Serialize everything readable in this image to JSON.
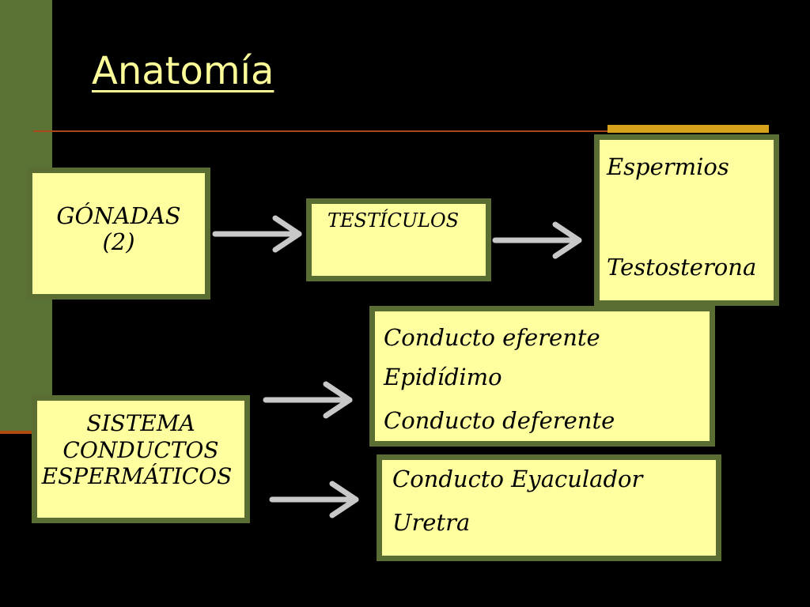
{
  "slide": {
    "title": "Anatomía"
  },
  "colors": {
    "box_fill": "#ffff9f",
    "box_border": "#5a6e33",
    "title": "#ffff99",
    "arrow": "#c8c8c8",
    "sidebar": "#5a7233"
  },
  "boxes": {
    "gonadas": {
      "line1": "GÓNADAS",
      "line2": "(2)"
    },
    "testiculos": {
      "label": "TESTÍCULOS"
    },
    "products": {
      "item1": "Espermios",
      "item2": "Testosterona"
    },
    "sistema": {
      "line1": "SISTEMA",
      "line2": "CONDUCTOS",
      "line3": "ESPERMÁTICOS"
    },
    "conductos": {
      "item1": "Conducto eferente",
      "item2": "Epidídimo",
      "item3": "Conducto deferente"
    },
    "eyaculador": {
      "item1": "Conducto Eyaculador",
      "item2": "Uretra"
    }
  }
}
